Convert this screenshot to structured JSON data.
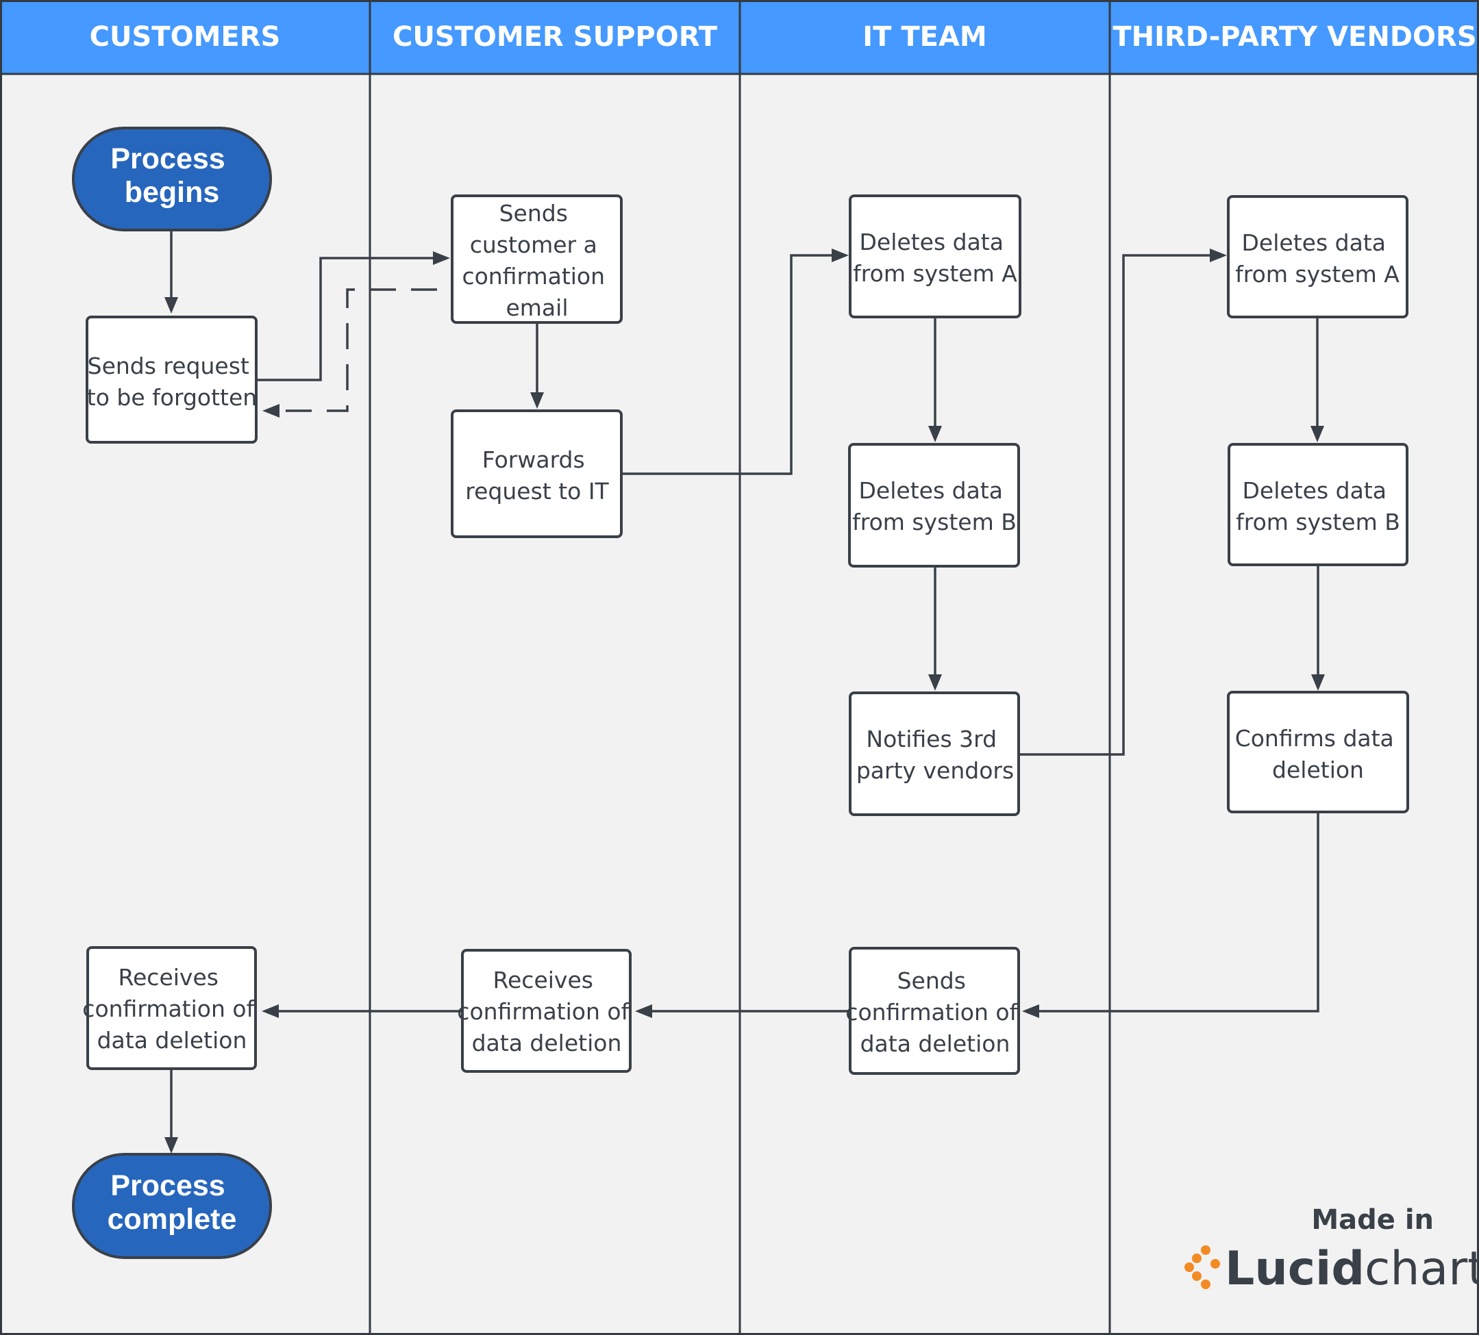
{
  "lanes": [
    {
      "title": "CUSTOMERS"
    },
    {
      "title": "CUSTOMER SUPPORT"
    },
    {
      "title": "IT TEAM"
    },
    {
      "title": "THIRD-PARTY VENDORS"
    }
  ],
  "nodes": {
    "process_begins": {
      "lines": [
        "Process",
        "begins"
      ]
    },
    "sends_request": {
      "lines": [
        "Sends request",
        "to be forgotten"
      ]
    },
    "sends_confirmation_email": {
      "lines": [
        "Sends",
        "customer a",
        "confirmation",
        "email"
      ]
    },
    "forwards_request": {
      "lines": [
        "Forwards",
        "request to IT"
      ]
    },
    "it_delete_a": {
      "lines": [
        "Deletes data",
        "from system A"
      ]
    },
    "it_delete_b": {
      "lines": [
        "Deletes data",
        "from system B"
      ]
    },
    "notifies_vendors": {
      "lines": [
        "Notifies 3rd",
        "party vendors"
      ]
    },
    "vendor_delete_a": {
      "lines": [
        "Deletes data",
        "from system A"
      ]
    },
    "vendor_delete_b": {
      "lines": [
        "Deletes data",
        "from system B"
      ]
    },
    "confirms_deletion": {
      "lines": [
        "Confirms data",
        "deletion"
      ]
    },
    "it_sends_confirmation": {
      "lines": [
        "Sends",
        "confirmation of",
        "data deletion"
      ]
    },
    "support_receives_confirmation": {
      "lines": [
        "Receives",
        "confirmation of",
        "data deletion"
      ]
    },
    "customer_receives_confirmation": {
      "lines": [
        "Receives",
        "confirmation of",
        "data deletion"
      ]
    },
    "process_complete": {
      "lines": [
        "Process",
        "complete"
      ]
    }
  },
  "branding": {
    "made_in": "Made in",
    "name_bold": "Lucid",
    "name_light": "chart"
  },
  "colors": {
    "header": "#4599ff",
    "lane_background": "#f2f2f2",
    "terminal": "#2766bd",
    "line": "#3a4048",
    "brand_accent": "#f38b24"
  }
}
